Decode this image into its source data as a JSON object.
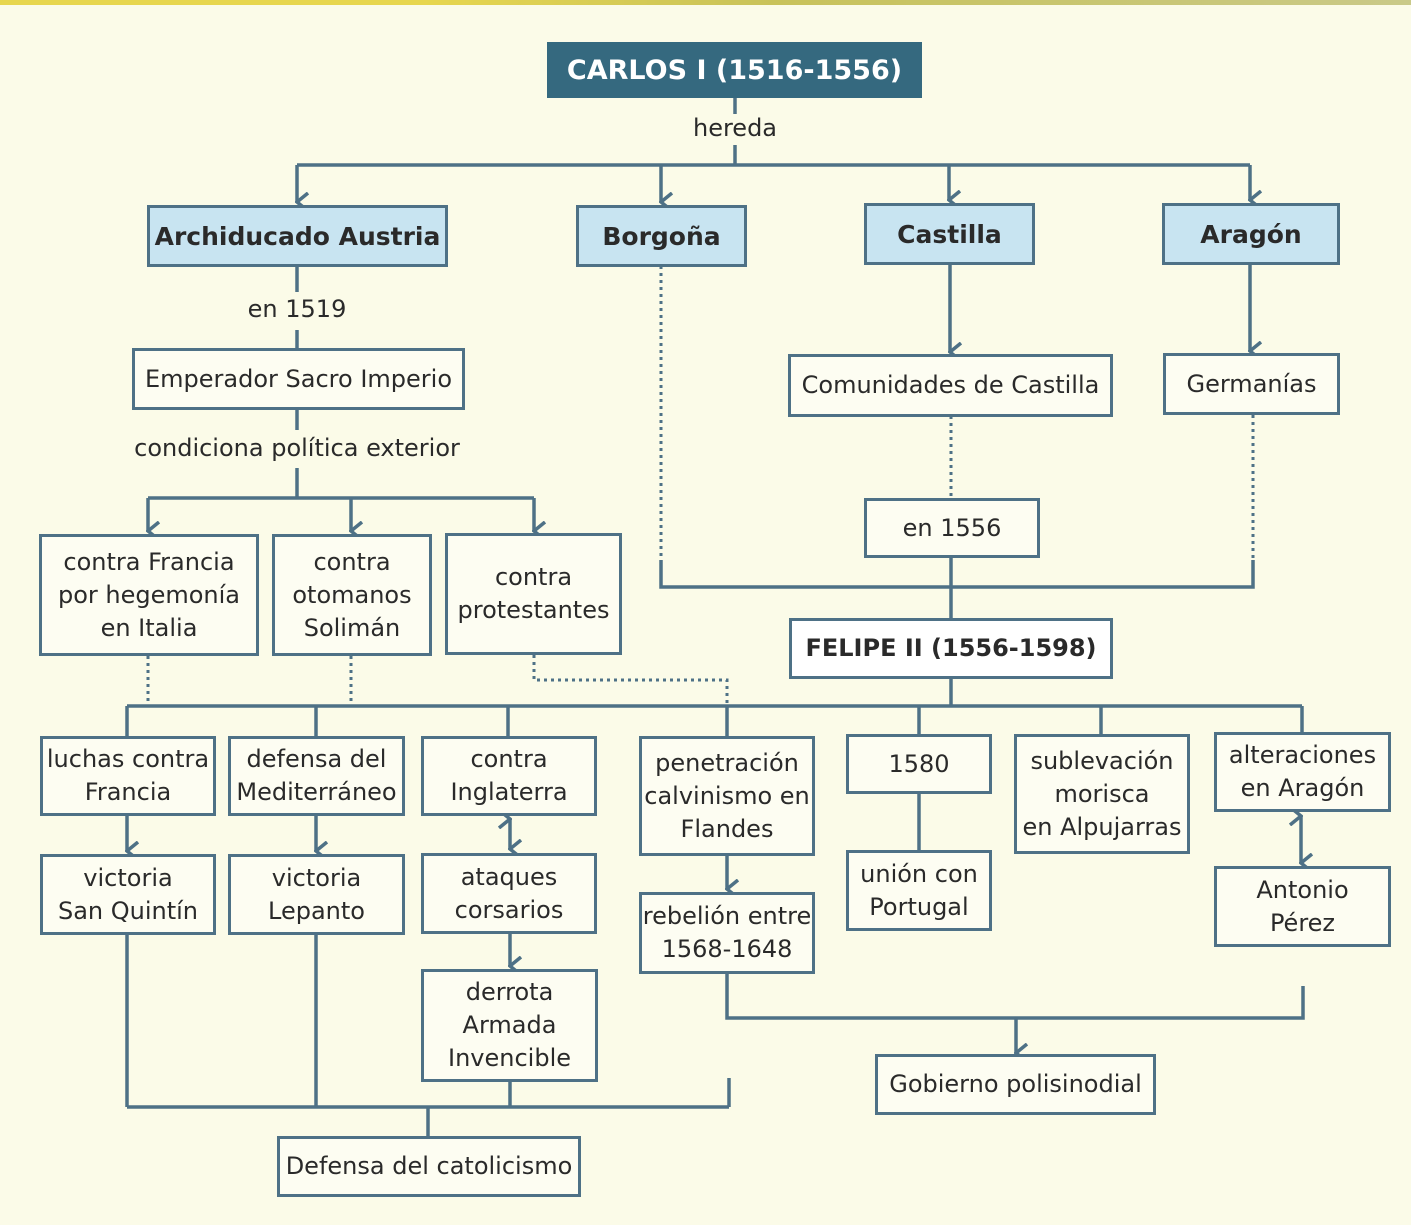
{
  "title": "CARLOS I (1516-1556)",
  "edge_labels": {
    "hereda": "hereda",
    "en_1519": "en 1519",
    "condiciona": "condiciona política exterior"
  },
  "inheritance": {
    "austria": "Archiducado Austria",
    "borgona": "Borgoña",
    "castilla": "Castilla",
    "aragon": "Aragón"
  },
  "emperador": "Emperador Sacro Imperio",
  "comunidades": "Comunidades de Castilla",
  "germanias": "Germanías",
  "en_1556": "en 1556",
  "felipe": "FELIPE II (1556-1598)",
  "carlos_policies": {
    "francia": "contra Francia\npor hegemonía\nen Italia",
    "otomanos": "contra\notomanos\nSolimán",
    "protestantes": "contra\nprotestantes"
  },
  "felipe_items": {
    "luchas_francia": "luchas contra\nFrancia",
    "mediterraneo": "defensa del\nMediterráneo",
    "inglaterra": "contra\nInglaterra",
    "calvinismo": "penetración\ncalvinismo en\nFlandes",
    "y1580": "1580",
    "morisca": "sublevación\nmorisca\nen Alpujarras",
    "alteraciones": "alteraciones\nen Aragón"
  },
  "results": {
    "san_quintin": "victoria\nSan Quintín",
    "lepanto": "victoria\nLepanto",
    "corsarios": "ataques\ncorsarios",
    "armada": "derrota\nArmada\nInvencible",
    "rebelion": "rebelión entre\n1568-1648",
    "portugal": "unión con\nPortugal",
    "antonio_perez": "Antonio\nPérez"
  },
  "outcomes": {
    "catolicismo": "Defensa del catolicismo",
    "polisinodial": "Gobierno polisinodial"
  },
  "colors": {
    "line": "#4e7186",
    "title_bg": "#35697f",
    "head_bg": "#c8e4f1",
    "paper": "#fbfbe8"
  }
}
